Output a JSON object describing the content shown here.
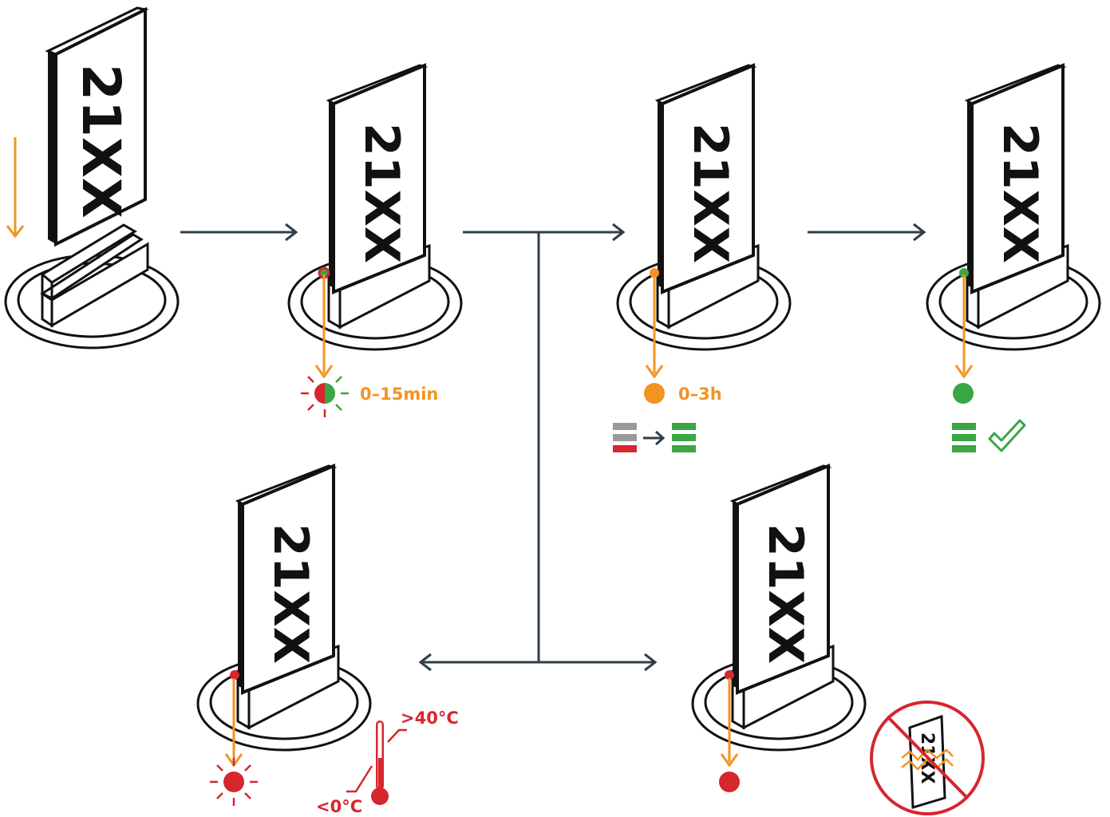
{
  "card_label": "21XX",
  "colors": {
    "outline": "#111111",
    "arrow_flow": "#2f3f4a",
    "led_arrow": "#f39322",
    "orange": "#f39322",
    "green": "#3aa645",
    "red": "#d6262e",
    "gray": "#9a9a9a"
  },
  "steps": {
    "insert": {
      "icon": "insert-arrow-icon"
    },
    "initial": {
      "time_label": "0–15min",
      "led": "red-green-blinking"
    },
    "charging": {
      "time_label": "0–3h",
      "led": "orange",
      "icon": "battery-charging-icon"
    },
    "charged": {
      "led": "green",
      "icon": "battery-full-check-icon"
    },
    "temperature_error": {
      "led": "red-blinking",
      "temp_high": ">40°C",
      "temp_low": "<0°C",
      "icon": "thermometer-icon"
    },
    "card_error": {
      "led": "red",
      "icon": "damaged-card-prohibited-icon"
    }
  }
}
